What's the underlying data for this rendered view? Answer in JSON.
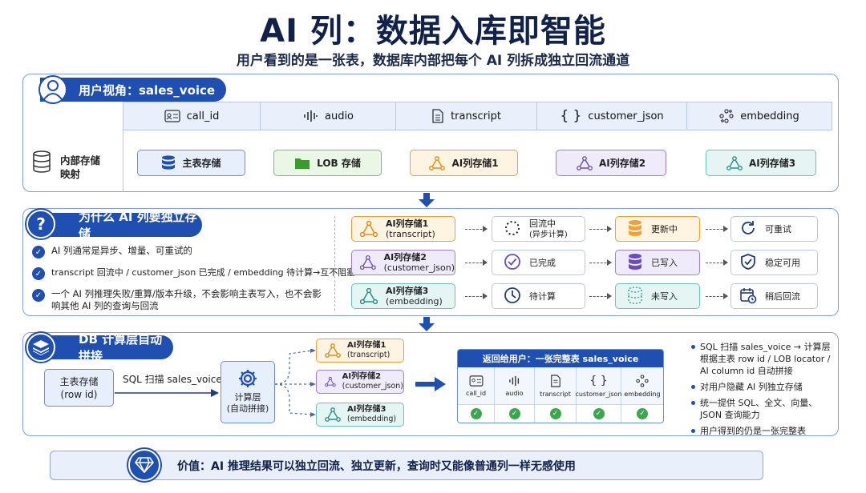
{
  "title": "AI 列：数据入库即智能",
  "subtitle": "用户看到的是一张表，数据库内部把每个 AI 列拆成独立回流通道",
  "user_view": {
    "header": "用户视角：sales_voice",
    "columns": [
      "call_id",
      "audio",
      "transcript",
      "customer_json",
      "embedding"
    ],
    "internal_label": "内部存储\n映射",
    "storage": [
      "主表存储",
      "LOB 存储",
      "AI列存储1",
      "AI列存储2",
      "AI列存储3"
    ]
  },
  "why": {
    "header": "为什么 AI 列要独立存储",
    "bullets": [
      "AI 列通常是异步、增量、可重试的",
      "transcript 回流中 / customer_json 已完成 / embedding 待计算→互不阻塞",
      "一个 AI 列推理失败/重算/版本升级，不会影响主表写入，也不会影响其他 AI 列的查询与回流"
    ],
    "rows": [
      {
        "store": "AI列存储1",
        "col": "(transcript)",
        "status": "回流中",
        "status_sub": "(异步计算)",
        "write": "更新中",
        "result": "可重试"
      },
      {
        "store": "AI列存储2",
        "col": "(customer_json)",
        "status": "已完成",
        "status_sub": "",
        "write": "已写入",
        "result": "稳定可用"
      },
      {
        "store": "AI列存储3",
        "col": "(embedding)",
        "status": "待计算",
        "status_sub": "",
        "write": "未写入",
        "result": "稍后回流"
      }
    ]
  },
  "db": {
    "header": "DB 计算层自动拼接",
    "main_store": "主表存储",
    "main_sub": "(row id)",
    "scan_label": "SQL 扫描 sales_voice",
    "compute": "计算层",
    "compute_sub": "(自动拼接)",
    "ai_stores": [
      {
        "name": "AI列存储1",
        "col": "(transcript)"
      },
      {
        "name": "AI列存储2",
        "col": "(customer_json)"
      },
      {
        "name": "AI列存储3",
        "col": "(embedding)"
      }
    ],
    "result_header": "返回给用户：一张完整表 sales_voice",
    "result_cols": [
      "call_id",
      "audio",
      "transcript",
      "customer_json",
      "embedding"
    ],
    "notes": [
      "SQL 扫描 sales_voice → 计算层根据主表 row id / LOB locator / AI column id 自动拼接",
      "对用户隐藏 AI 列独立存储",
      "统一提供 SQL、全文、向量、JSON 查询能力",
      "用户得到的仍是一张完整表"
    ]
  },
  "value": "价值：AI 推理结果可以独立回流、独立更新，查询时又能像普通列一样无感使用",
  "colors": {
    "accent": "#1f4fb0",
    "orange": "#f0a030",
    "purple": "#7a5cc8",
    "teal": "#3fa8a0",
    "green": "#3aa84a"
  }
}
